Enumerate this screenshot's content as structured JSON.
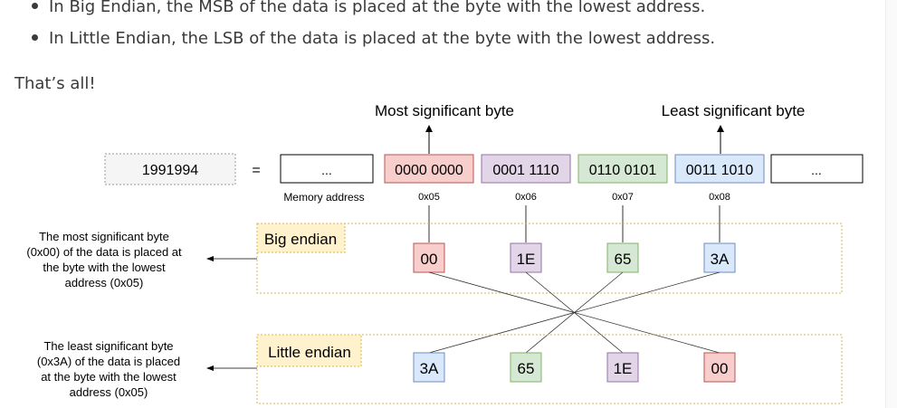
{
  "bullets": [
    "In Big Endian, the MSB of the data is placed at the byte with the lowest address.",
    "In Little Endian, the LSB of the data is placed at the byte with the lowest address."
  ],
  "closing": "That’s all!",
  "diagram": {
    "msb_label": "Most significant byte",
    "lsb_label": "Least significant byte",
    "number": "1991994",
    "equals": "=",
    "ellipsis": "...",
    "memory_address_label": "Memory address",
    "bytes": [
      {
        "bits": "0000 0000",
        "address": "0x05",
        "fill": "#f8cecc",
        "stroke": "#b85450"
      },
      {
        "bits": "0001 1110",
        "address": "0x06",
        "fill": "#e1d5e7",
        "stroke": "#9673a6"
      },
      {
        "bits": "0110 0101",
        "address": "0x07",
        "fill": "#d5e8d4",
        "stroke": "#82b366"
      },
      {
        "bits": "0011 1010",
        "address": "0x08",
        "fill": "#dae8fc",
        "stroke": "#6c8ebf"
      }
    ],
    "big_endian": {
      "title": "Big endian",
      "cells": [
        "00",
        "1E",
        "65",
        "3A"
      ],
      "note": [
        "The most significant byte",
        "(0x00) of the data is placed at",
        "the byte with the lowest",
        "address (0x05)"
      ]
    },
    "little_endian": {
      "title": "Little endian",
      "cells": [
        "3A",
        "65",
        "1E",
        "00"
      ],
      "note": [
        "The least significant byte",
        "(0x3A) of the data is placed",
        "at the byte with the lowest",
        "address (0x05)"
      ]
    }
  },
  "colors": {
    "label_box": "#fff2cc",
    "number_box": "#f5f5f5",
    "text": "#3a3a3a"
  }
}
